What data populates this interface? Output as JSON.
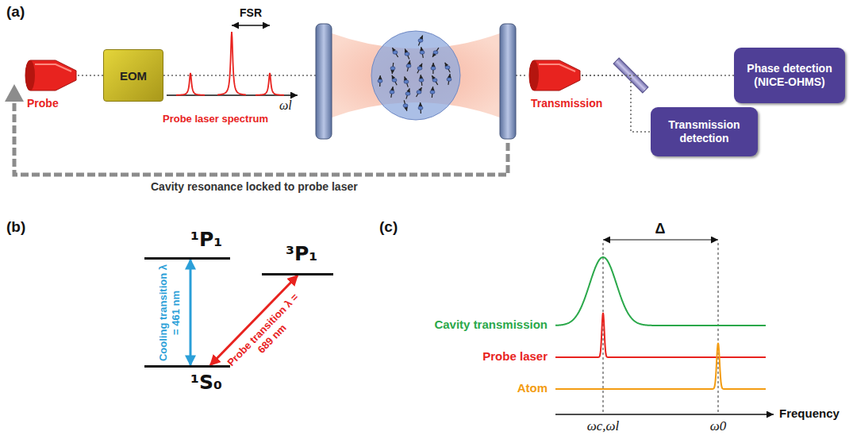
{
  "diagram": {
    "nodes": [
      {
        "text": [
          "Probe"
        ]
      },
      {
        "text": [
          "EOM"
        ]
      },
      {
        "text": [
          "Transmission"
        ]
      },
      {
        "text": [
          "Phase detection (NICE-OHMS)"
        ]
      },
      {
        "text": [
          "Transmission detection"
        ]
      },
      {
        "text": [
          "¹P₁"
        ]
      },
      {
        "text": [
          "³P₁"
        ]
      },
      {
        "text": [
          "¹S₀"
        ]
      }
    ],
    "edges": [
      {
        "from": 0,
        "to": 1,
        "arrow": "none"
      },
      {
        "from": 2,
        "to": 3,
        "arrow": "none"
      },
      {
        "from": 2,
        "to": 4,
        "arrow": "none"
      },
      {
        "from": 7,
        "to": 5,
        "label": "Cooling transition λ = 461 nm",
        "arrow": "both"
      },
      {
        "from": 7,
        "to": 6,
        "label": "Probe transition λ = 689 nm",
        "arrow": "both"
      }
    ],
    "labels": [
      "(a)",
      "FSR",
      "ωl",
      "Probe laser spectrum",
      "Cavity resonance locked to probe laser",
      "(b)",
      "(c)",
      "Δ",
      "Cavity transmission",
      "Probe laser",
      "Atom",
      "ωc,ωl",
      "ω0",
      "Frequency"
    ]
  }
}
